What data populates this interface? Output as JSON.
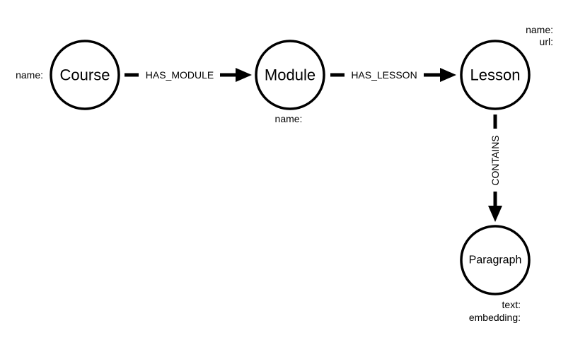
{
  "nodes": {
    "course": {
      "label": "Course",
      "props": [
        "name:"
      ]
    },
    "module": {
      "label": "Module",
      "props": [
        "name:"
      ]
    },
    "lesson": {
      "label": "Lesson",
      "props": [
        "name:",
        "url:"
      ]
    },
    "paragraph": {
      "label": "Paragraph",
      "props": [
        "text:",
        "embedding:"
      ]
    }
  },
  "edges": {
    "has_module": {
      "label": "HAS_MODULE"
    },
    "has_lesson": {
      "label": "HAS_LESSON"
    },
    "contains": {
      "label": "CONTAINS"
    }
  },
  "colors": {
    "stroke": "#000000",
    "background": "#ffffff"
  }
}
